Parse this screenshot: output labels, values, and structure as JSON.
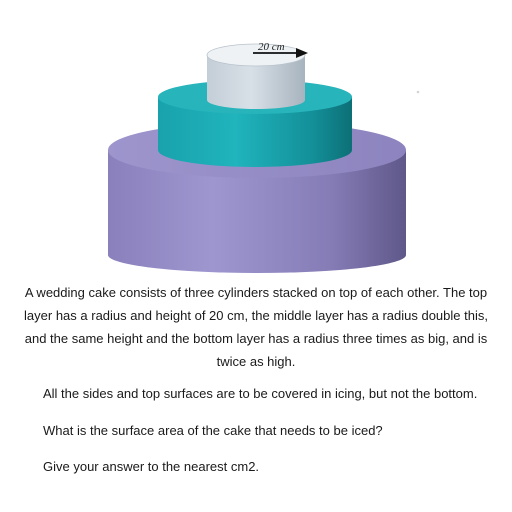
{
  "figure": {
    "radius_label": "20 cm",
    "colors": {
      "top_layer": "#c9d3dc",
      "middle_layer": "#1aa3ad",
      "bottom_layer": "#8f86c0"
    }
  },
  "question": {
    "intro": "A wedding cake consists of three cylinders stacked on top of each other. The top layer has a radius and height of 20 cm, the middle layer has a radius double this, and the same height and the bottom layer has a radius three times as big, and is twice as high.",
    "icing_note": "All the sides and top surfaces are to be covered in icing, but not the bottom.",
    "prompt": "What is the surface area of the cake that needs to be iced?",
    "instruction": "Give your answer to the nearest cm2."
  }
}
